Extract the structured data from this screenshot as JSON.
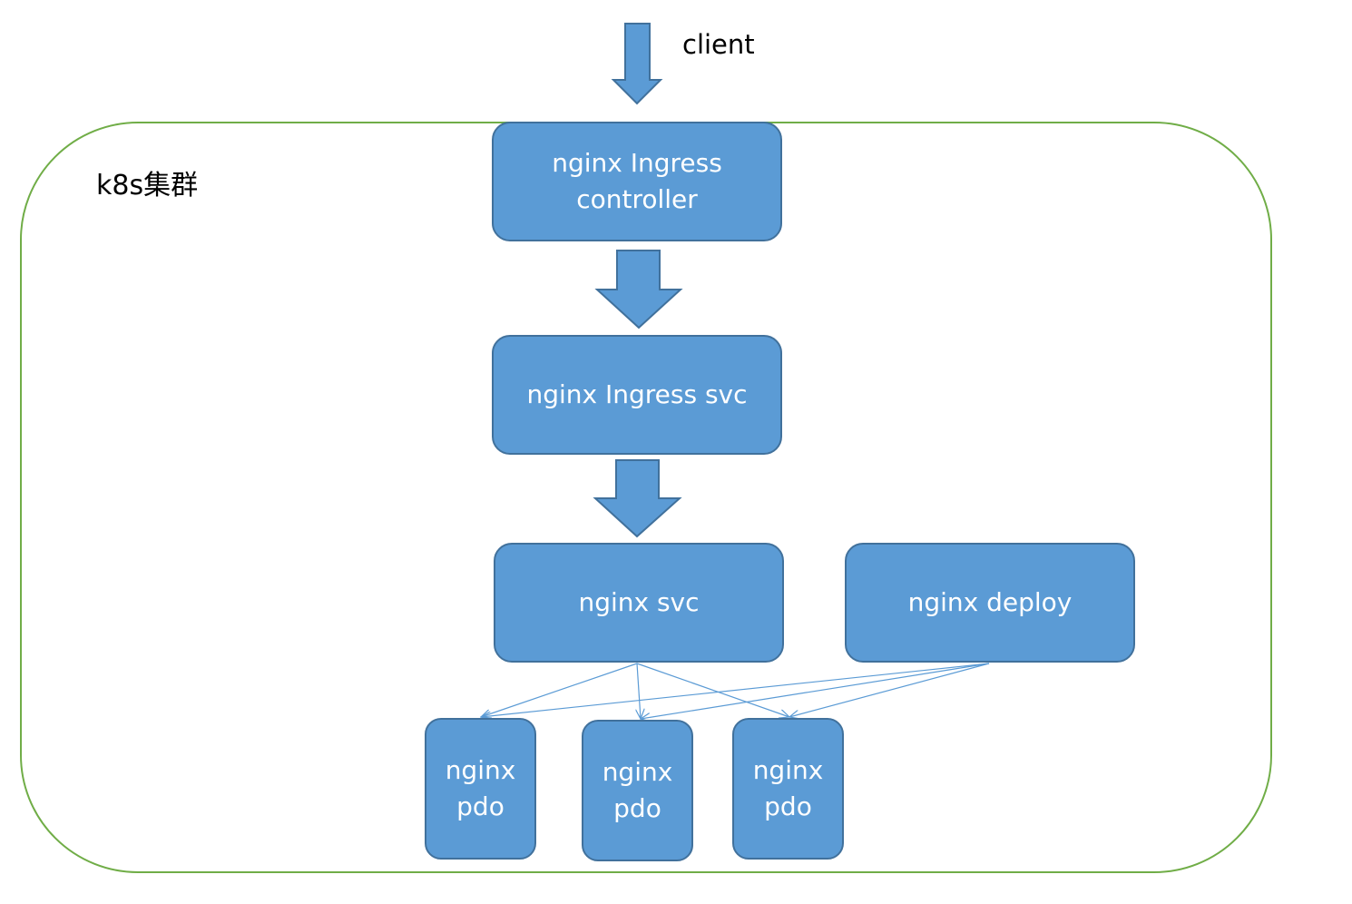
{
  "client": {
    "label": "client"
  },
  "cluster": {
    "label": "k8s集群"
  },
  "nodes": {
    "controller": {
      "label": "nginx Ingress\ncontroller"
    },
    "ingress_svc": {
      "label": "nginx Ingress svc"
    },
    "nginx_svc": {
      "label": "nginx  svc"
    },
    "deploy": {
      "label": "nginx  deploy"
    },
    "pods": [
      {
        "label": "nginx\npdo"
      },
      {
        "label": "nginx\npdo"
      },
      {
        "label": "nginx\npdo"
      }
    ]
  },
  "colors": {
    "box_fill": "#5b9bd5",
    "box_border": "#41719c",
    "cluster_border": "#70ad47",
    "arrow_fill": "#5b9bd5",
    "connector": "#5b9bd5"
  }
}
